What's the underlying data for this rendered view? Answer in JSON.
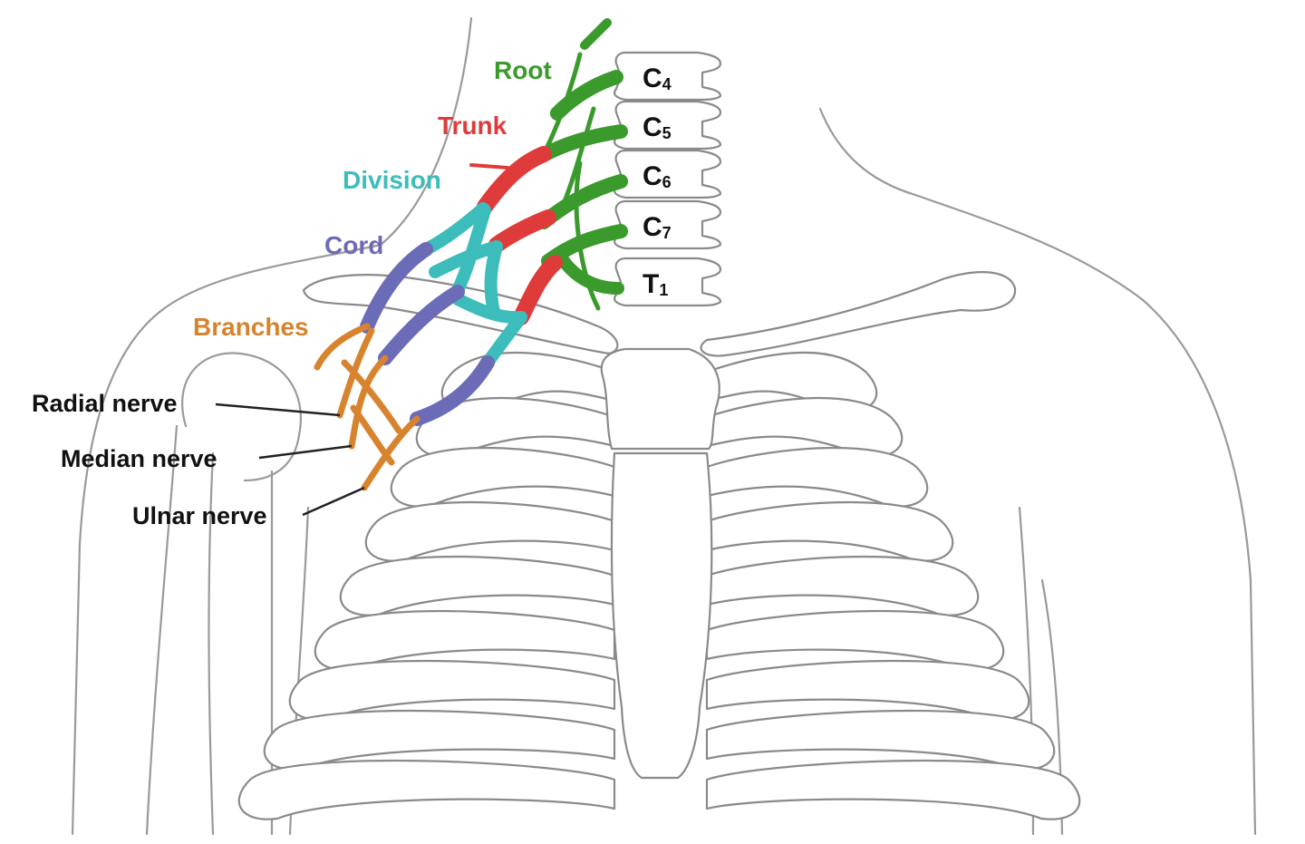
{
  "labels": {
    "root": "Root",
    "trunk": "Trunk",
    "division": "Division",
    "cord": "Cord",
    "branches": "Branches",
    "radial_nerve": "Radial nerve",
    "median_nerve": "Median nerve",
    "ulnar_nerve": "Ulnar nerve"
  },
  "vertebrae": [
    {
      "letter": "C",
      "number": "4"
    },
    {
      "letter": "C",
      "number": "5"
    },
    {
      "letter": "C",
      "number": "6"
    },
    {
      "letter": "C",
      "number": "7"
    },
    {
      "letter": "T",
      "number": "1"
    }
  ],
  "colors": {
    "root": "#3a9a2c",
    "trunk": "#e03b3b",
    "division": "#3dbcbc",
    "cord": "#6b6bb8",
    "branches": "#d8832e",
    "leader": "#222222",
    "outline": "#9a9a9a"
  }
}
